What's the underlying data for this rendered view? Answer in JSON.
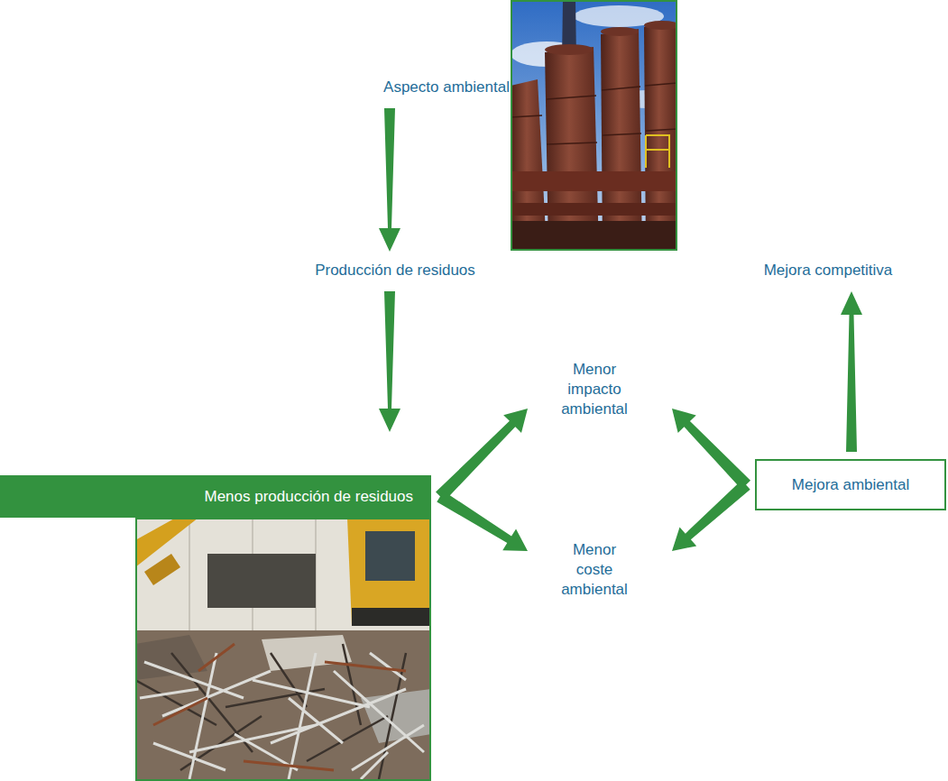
{
  "diagram": {
    "nodes": [
      {
        "text": [
          "Aspecto ambiental"
        ]
      },
      {
        "text": [
          "Producción de residuos"
        ]
      },
      {
        "text": [
          "Menos producción de residuos"
        ]
      },
      {
        "text": [
          "Menor impacto ambiental"
        ]
      },
      {
        "text": [
          "Menor coste ambiental"
        ]
      },
      {
        "text": [
          "Mejora ambiental"
        ]
      },
      {
        "text": [
          "Mejora competitiva"
        ]
      }
    ],
    "edges": [
      {
        "from": 0,
        "to": 1,
        "arrow": "to"
      },
      {
        "from": 1,
        "to": 2,
        "arrow": "to"
      },
      {
        "from": 2,
        "to": 3,
        "arrow": "to"
      },
      {
        "from": 2,
        "to": 4,
        "arrow": "to"
      },
      {
        "from": 5,
        "to": 3,
        "arrow": "to"
      },
      {
        "from": 5,
        "to": 4,
        "arrow": "to"
      },
      {
        "from": 5,
        "to": 6,
        "arrow": "to"
      }
    ]
  }
}
